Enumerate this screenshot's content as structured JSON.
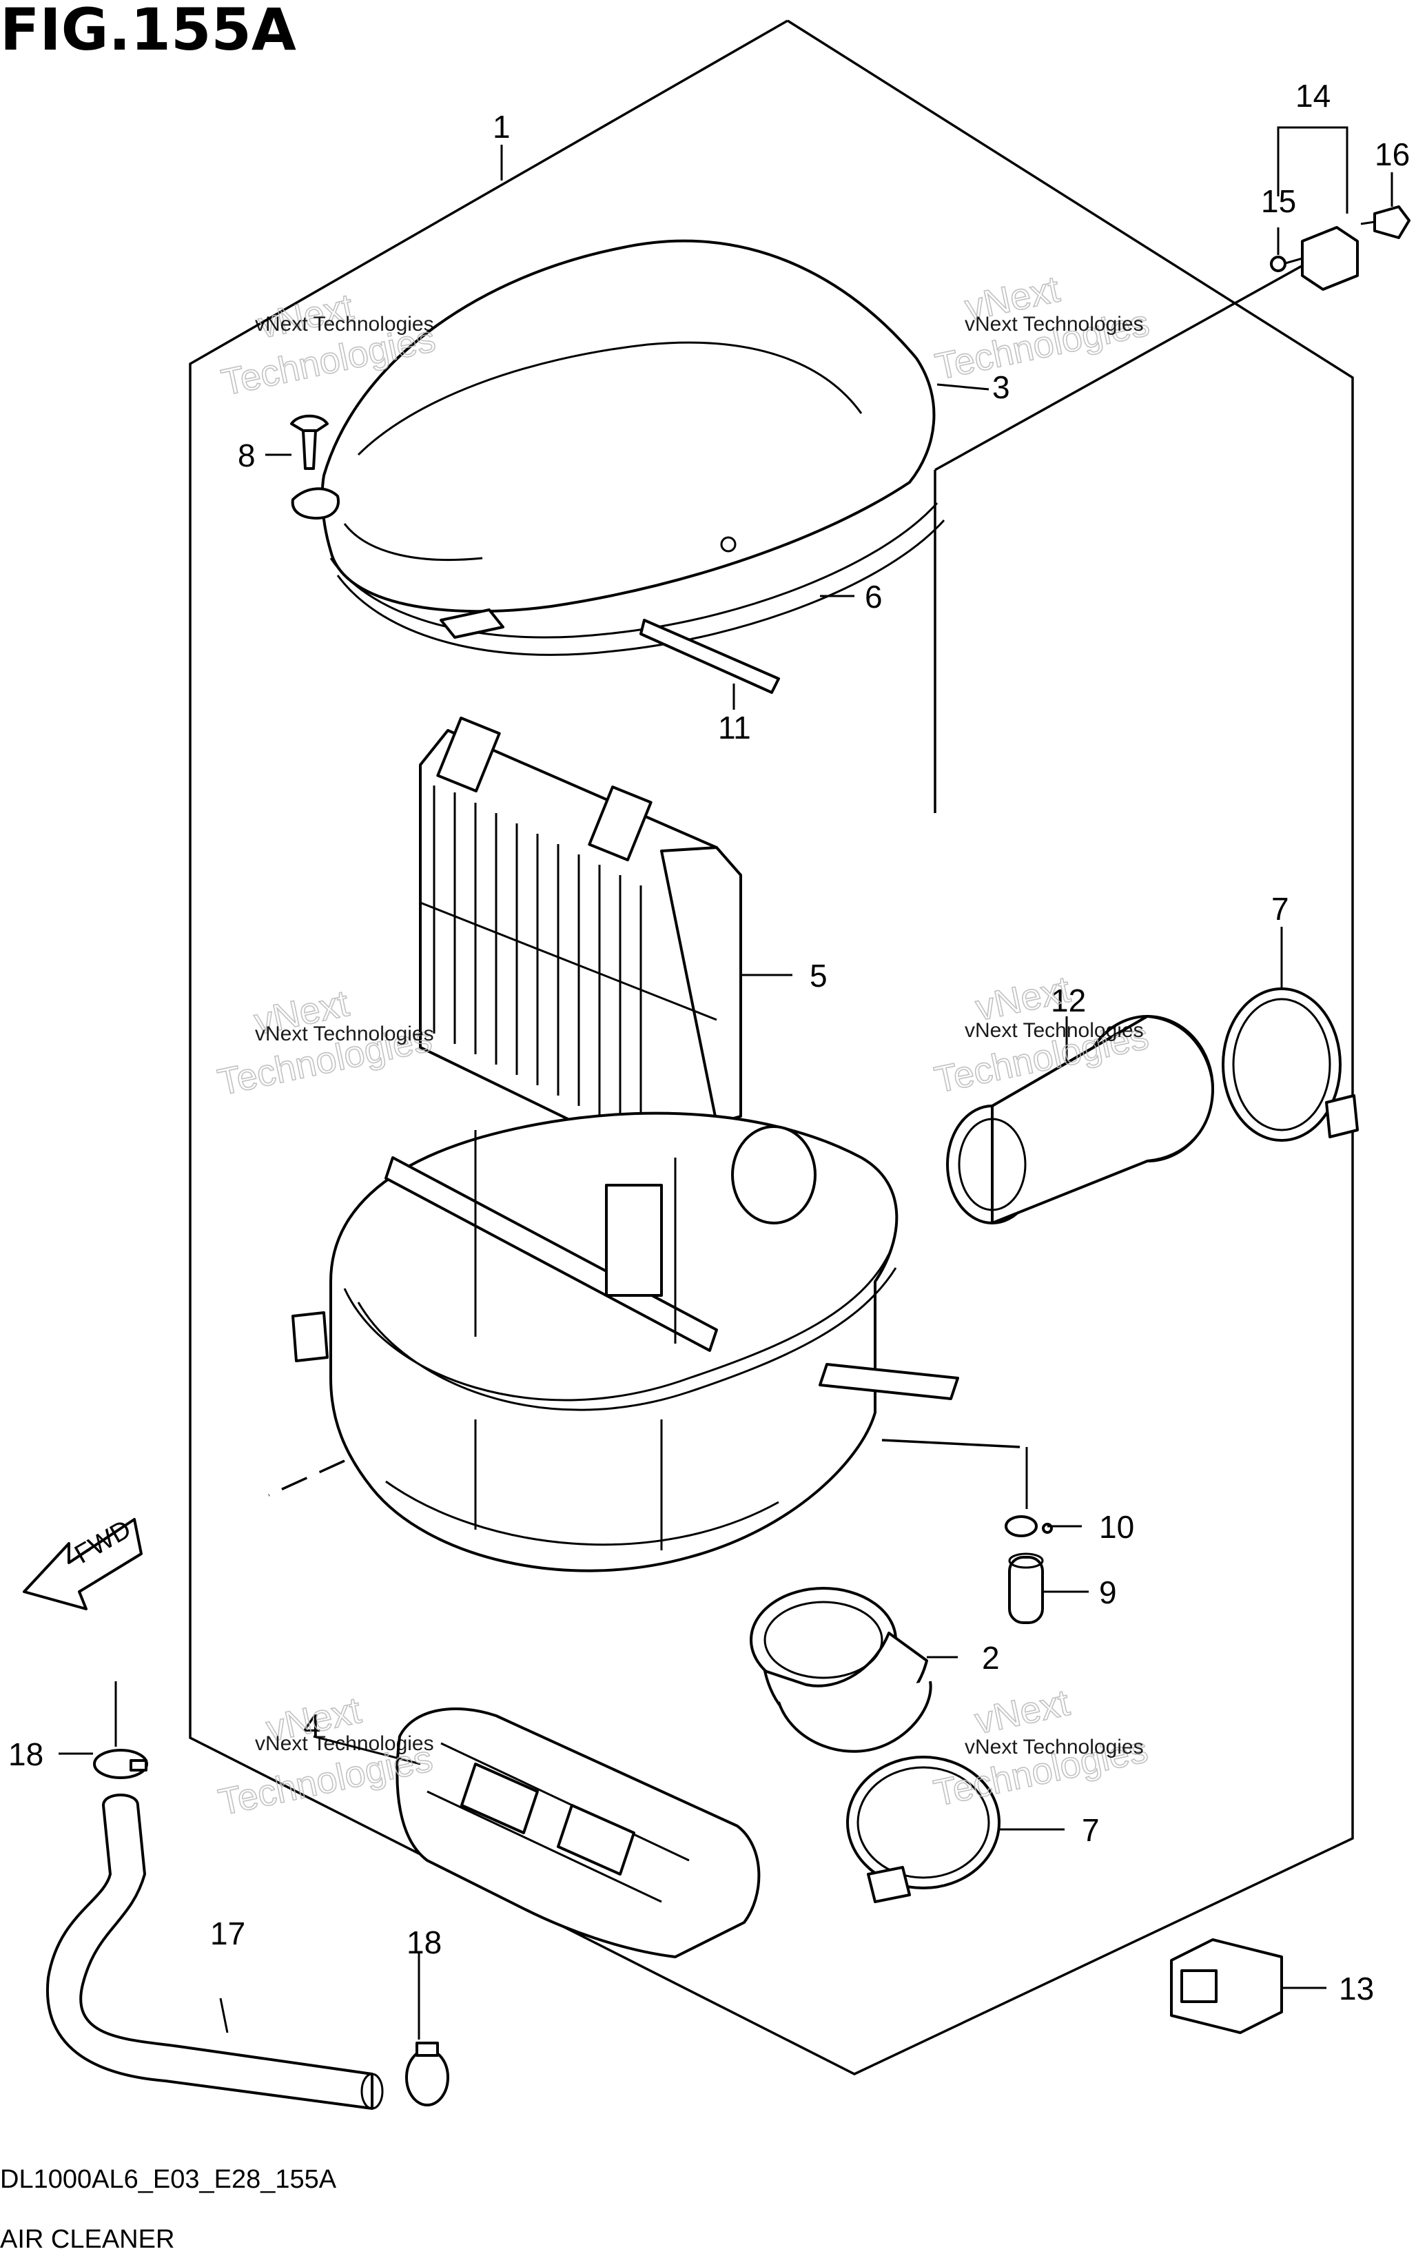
{
  "figure": {
    "title": "FIG.155A",
    "code": "DL1000AL6_E03_E28_155A",
    "caption": "AIR CLEANER"
  },
  "watermark": {
    "line_small": "vNext Technologies",
    "line_big_a": "vNext",
    "line_big_b": "Technologies"
  },
  "callouts": [
    "1",
    "2",
    "3",
    "4",
    "5",
    "6",
    "7",
    "7",
    "8",
    "9",
    "10",
    "11",
    "12",
    "13",
    "14",
    "15",
    "16",
    "17",
    "18",
    "18"
  ],
  "fwd_label": "FWD"
}
